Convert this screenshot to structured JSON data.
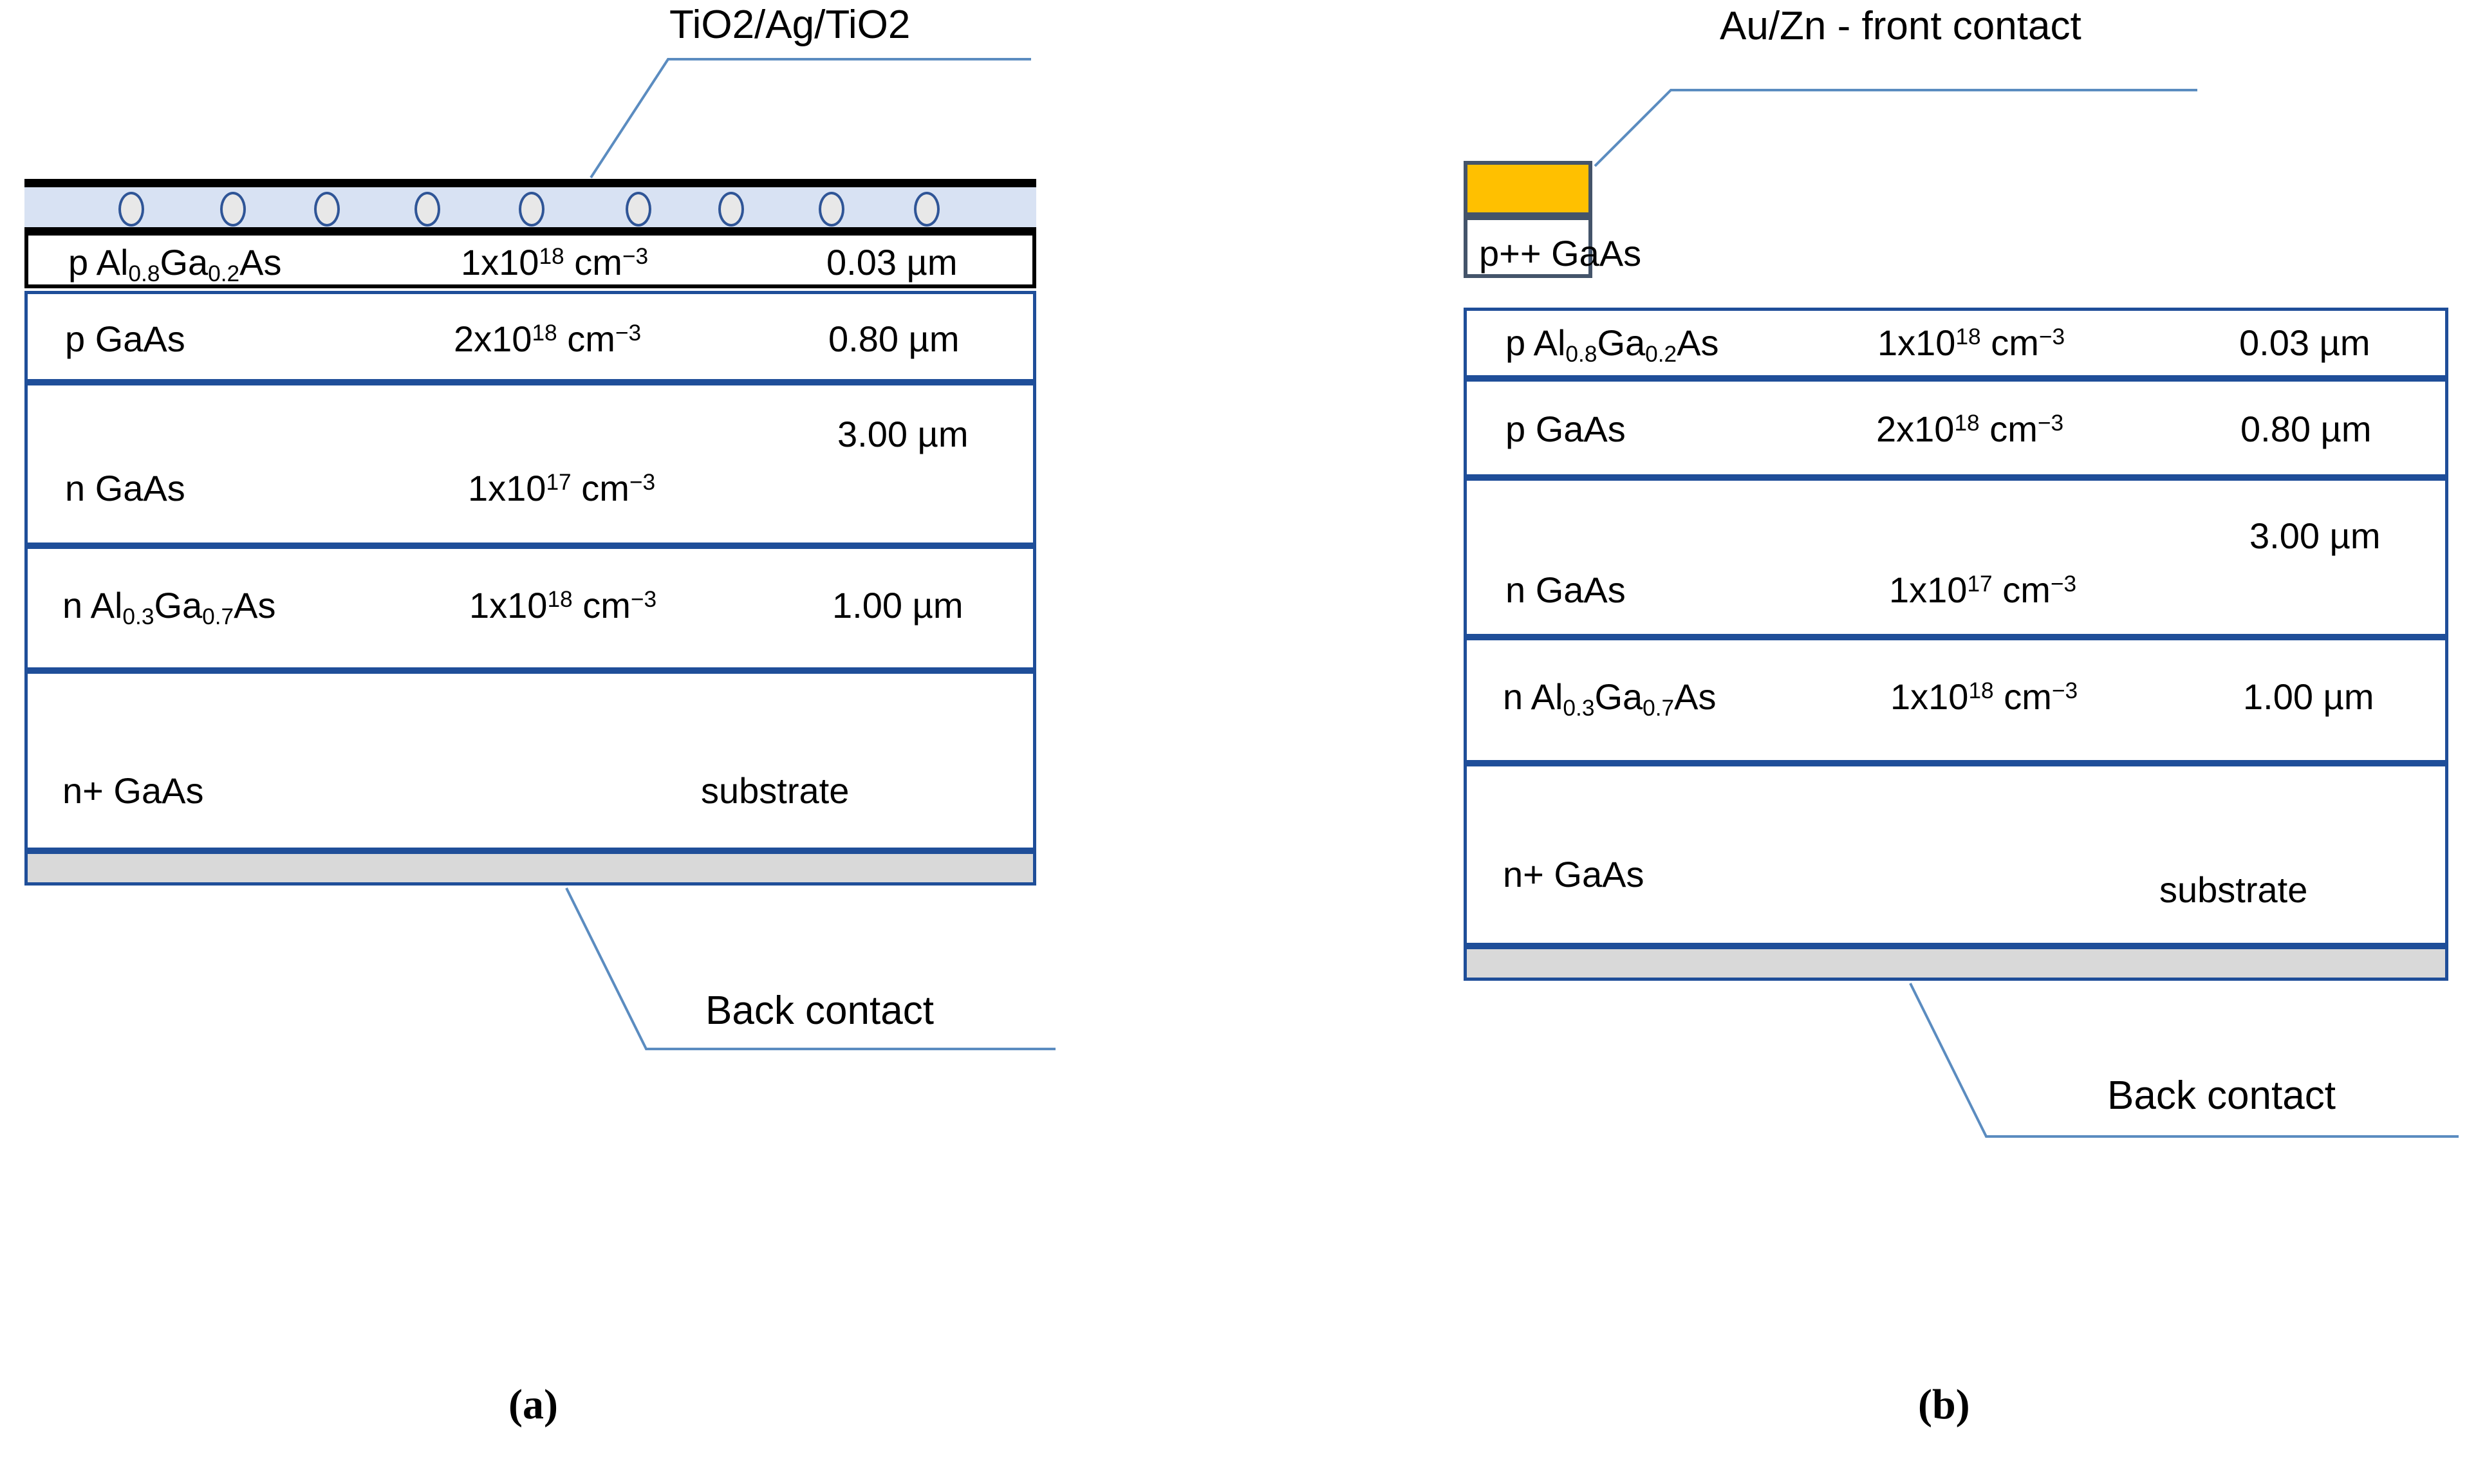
{
  "figure": {
    "captions": [
      {
        "id": "a",
        "text": "(a)"
      },
      {
        "id": "b",
        "text": "(b)"
      }
    ]
  },
  "panel_a": {
    "top_label": "TiO2/Ag/TiO2",
    "bottom_label": "Back contact",
    "arc_count": 9,
    "colors": {
      "arc_layer_fill": "#d8e2f3",
      "arc_stroke": "#2f5597",
      "layer_border": "#1f4e99",
      "top_border": "#000000",
      "back_contact_fill": "#d9d9d9"
    },
    "layers": [
      {
        "name": "arc",
        "material": "",
        "doping": "",
        "thickness": ""
      },
      {
        "name": "window",
        "material": "p Al0.8Ga0.2As",
        "doping": "1x10^18 cm-3",
        "thickness": "0.03 µm"
      },
      {
        "name": "emitter",
        "material": "p GaAs",
        "doping": "2x10^18 cm-3",
        "thickness": "0.80 µm"
      },
      {
        "name": "base",
        "material": "n GaAs",
        "doping": "1x10^17 cm-3",
        "thickness": "3.00 µm"
      },
      {
        "name": "bsf",
        "material": "n Al0.3Ga0.7As",
        "doping": "1x10^18 cm-3",
        "thickness": "1.00 µm"
      },
      {
        "name": "substrate",
        "material": "n+ GaAs",
        "doping": "",
        "thickness": "substrate"
      }
    ]
  },
  "panel_b": {
    "top_label": "Au/Zn -  front contact",
    "bottom_label": "Back contact",
    "contact_layer": "p++ GaAs",
    "colors": {
      "front_contact_fill": "#ffc000",
      "contact_border": "#44546a",
      "layer_border": "#1f4e99",
      "back_contact_fill": "#d9d9d9"
    },
    "layers": [
      {
        "name": "front-contact",
        "material": "",
        "doping": "",
        "thickness": ""
      },
      {
        "name": "cap",
        "material": "p++ GaAs",
        "doping": "",
        "thickness": ""
      },
      {
        "name": "window",
        "material": "p Al0.8Ga0.2As",
        "doping": "1x10^18 cm-3",
        "thickness": "0.03 µm"
      },
      {
        "name": "emitter",
        "material": "p GaAs",
        "doping": "2x10^18 cm-3",
        "thickness": "0.80 µm"
      },
      {
        "name": "base",
        "material": "n GaAs",
        "doping": "1x10^17 cm-3",
        "thickness": "3.00 µm"
      },
      {
        "name": "bsf",
        "material": "n Al0.3Ga0.7As",
        "doping": "1x10^18 cm-3",
        "thickness": "1.00 µm"
      },
      {
        "name": "substrate",
        "material": "n+ GaAs",
        "doping": "",
        "thickness": "substrate"
      }
    ]
  },
  "text": {
    "p_algaas_prefix": "p Al",
    "p_algaas_x": "0.8",
    "p_algaas_mid": "Ga",
    "p_algaas_y": "0.2",
    "p_algaas_suffix": "As",
    "n_algaas_prefix": "n Al",
    "n_algaas_x": "0.3",
    "n_algaas_mid": "Ga",
    "n_algaas_y": "0.7",
    "n_algaas_suffix": "As",
    "p_gaas": "p GaAs",
    "n_gaas": "n GaAs",
    "np_gaas": "n+ GaAs",
    "pp_gaas": "p++ GaAs",
    "substrate": "substrate",
    "dop_1e18_mant": "1x10",
    "dop_2e18_mant": "2x10",
    "dop_1e17_mant": "1x10",
    "exp_18": "18",
    "exp_17": "17",
    "cm_unit": "cm",
    "cm_exp": "−3",
    "th_003": "0.03 µm",
    "th_080": "0.80 µm",
    "th_300": "3.00 µm",
    "th_100": "1.00 µm",
    "tio2_stack": "TiO2/Ag/TiO2",
    "auzn_front": "Au/Zn -  front contact",
    "back_contact": "Back contact"
  }
}
